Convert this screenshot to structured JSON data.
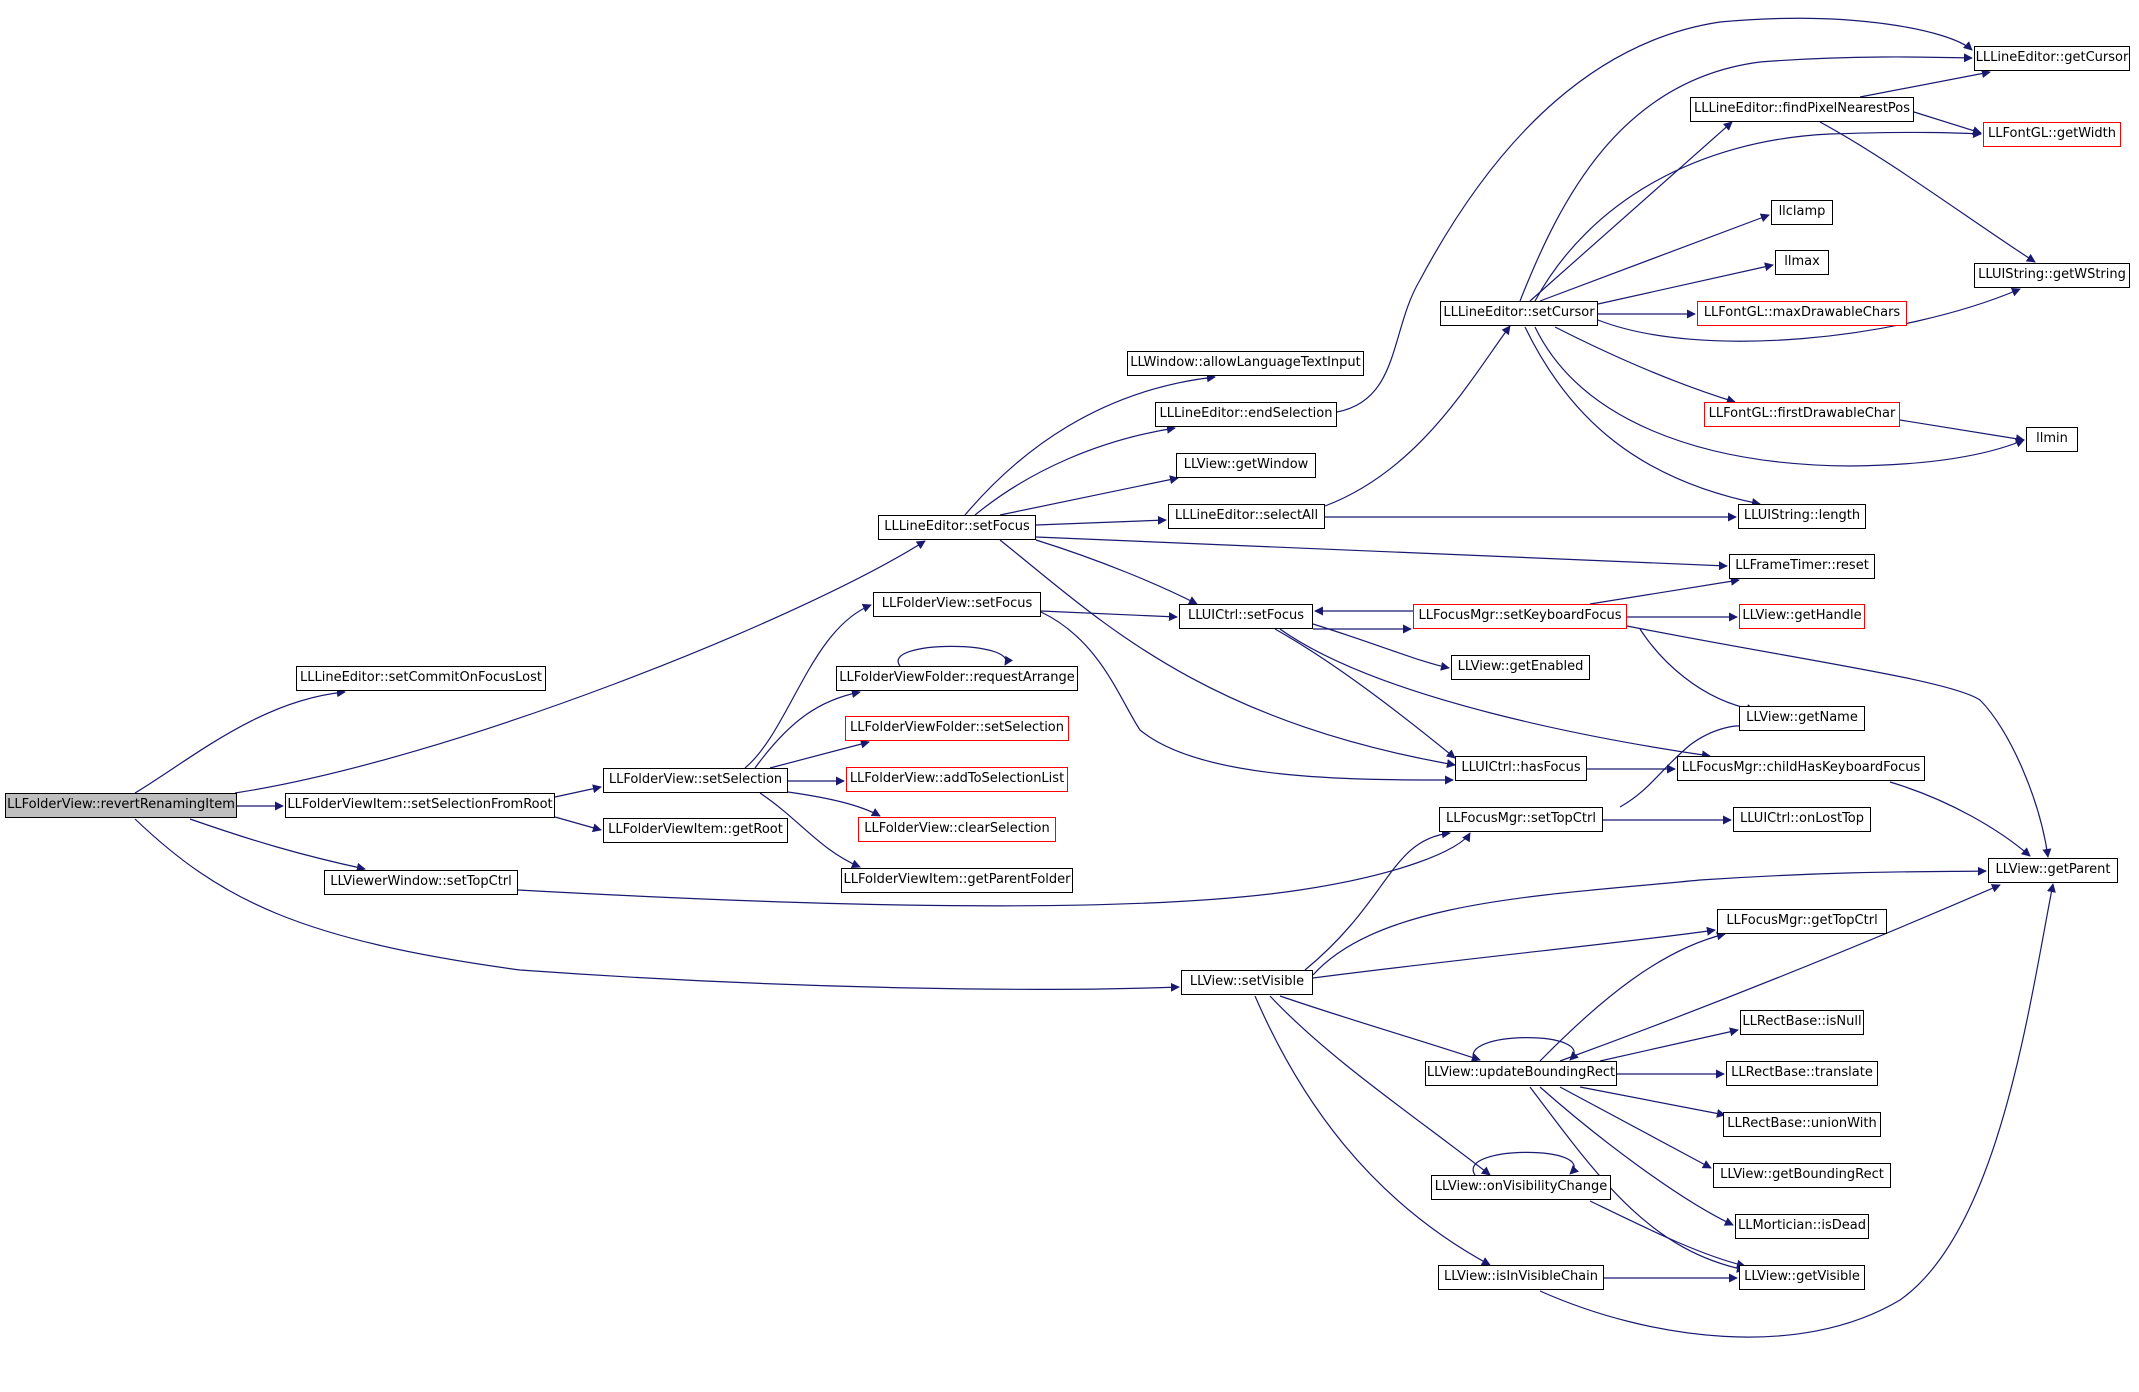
{
  "colors": {
    "edge": "#191970",
    "root_fill": "#bfbfbf",
    "node_border": "#000000",
    "external_border": "#ff0000"
  },
  "nodes": {
    "root": "LLFolderView::revertRenamingItem",
    "setCommitOnFocusLost": "LLLineEditor::setCommitOnFocusLost",
    "lineEditorSetFocus": "LLLineEditor::setFocus",
    "setSelectionFromRoot": "LLFolderViewItem::setSelectionFromRoot",
    "viewerWindowSetTopCtrl": "LLViewerWindow::setTopCtrl",
    "viewSetVisible": "LLView::setVisible",
    "allowLanguageTextInput": "LLWindow::allowLanguageTextInput",
    "endSelection": "LLLineEditor::endSelection",
    "getWindow": "LLView::getWindow",
    "selectAll": "LLLineEditor::selectAll",
    "folderViewSetFocus": "LLFolderView::setFocus",
    "requestArrange": "LLFolderViewFolder::requestArrange",
    "folderSetSelection": "LLFolderViewFolder::setSelection",
    "folderViewSetSelection": "LLFolderView::setSelection",
    "addToSelectionList": "LLFolderView::addToSelectionList",
    "clearSelection": "LLFolderView::clearSelection",
    "getParentFolder": "LLFolderViewItem::getParentFolder",
    "getRoot": "LLFolderViewItem::getRoot",
    "lineEditorSetCursor": "LLLineEditor::setCursor",
    "uiCtrlSetFocus": "LLUICtrl::setFocus",
    "setKeyboardFocus": "LLFocusMgr::setKeyboardFocus",
    "getEnabled": "LLView::getEnabled",
    "uiCtrlHasFocus": "LLUICtrl::hasFocus",
    "focusMgrSetTopCtrl": "LLFocusMgr::setTopCtrl",
    "updateBoundingRect": "LLView::updateBoundingRect",
    "onVisibilityChange": "LLView::onVisibilityChange",
    "isInVisibleChain": "LLView::isInVisibleChain",
    "findPixelNearestPos": "LLLineEditor::findPixelNearestPos",
    "llclamp": "llclamp",
    "llmax": "llmax",
    "maxDrawableChars": "LLFontGL::maxDrawableChars",
    "firstDrawableChar": "LLFontGL::firstDrawableChar",
    "uiStringLength": "LLUIString::length",
    "frameTimerReset": "LLFrameTimer::reset",
    "getHandle": "LLView::getHandle",
    "getName": "LLView::getName",
    "childHasKeyboardFocus": "LLFocusMgr::childHasKeyboardFocus",
    "onLostTop": "LLUICtrl::onLostTop",
    "focusMgrGetTopCtrl": "LLFocusMgr::getTopCtrl",
    "isNull": "LLRectBase::isNull",
    "translate": "LLRectBase::translate",
    "unionWith": "LLRectBase::unionWith",
    "getBoundingRect": "LLView::getBoundingRect",
    "isDead": "LLMortician::isDead",
    "getVisible": "LLView::getVisible",
    "getCursor": "LLLineEditor::getCursor",
    "getWidth": "LLFontGL::getWidth",
    "getWString": "LLUIString::getWString",
    "llmin": "llmin",
    "getParent": "LLView::getParent"
  }
}
